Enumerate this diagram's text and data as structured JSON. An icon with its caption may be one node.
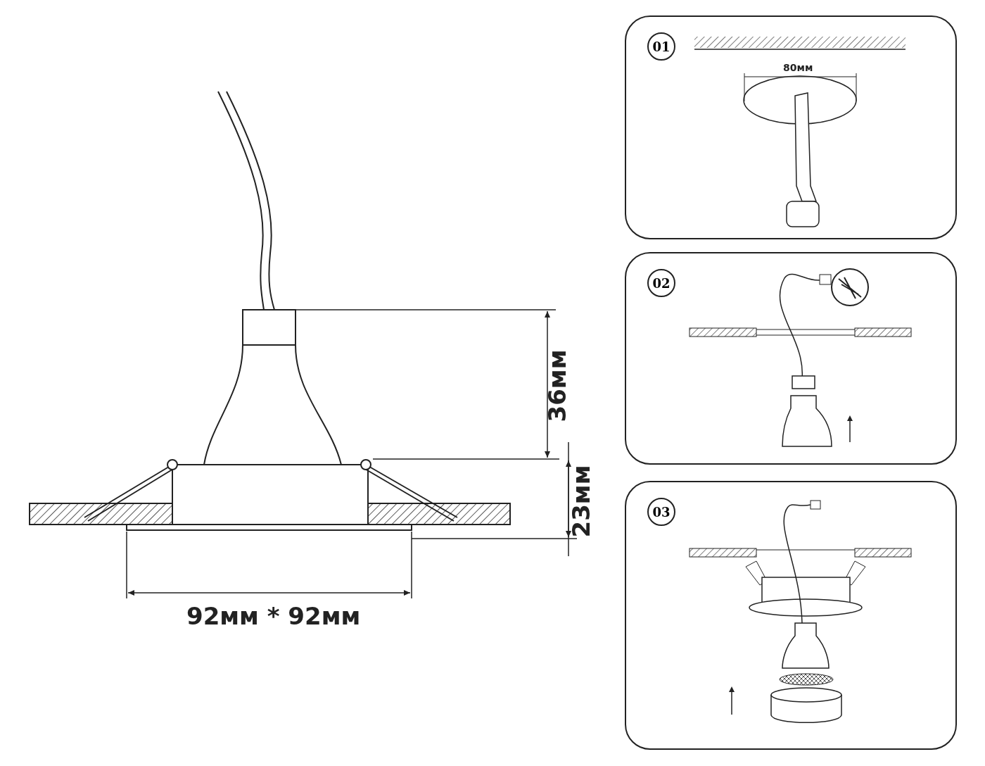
{
  "diagram": {
    "nodes": [
      {
        "text": [
          "01"
        ]
      },
      {
        "text": [
          "02"
        ]
      },
      {
        "text": [
          "03"
        ]
      }
    ],
    "labels": [
      "36мм",
      "23мм",
      "92мм * 92мм",
      "80мм"
    ]
  }
}
